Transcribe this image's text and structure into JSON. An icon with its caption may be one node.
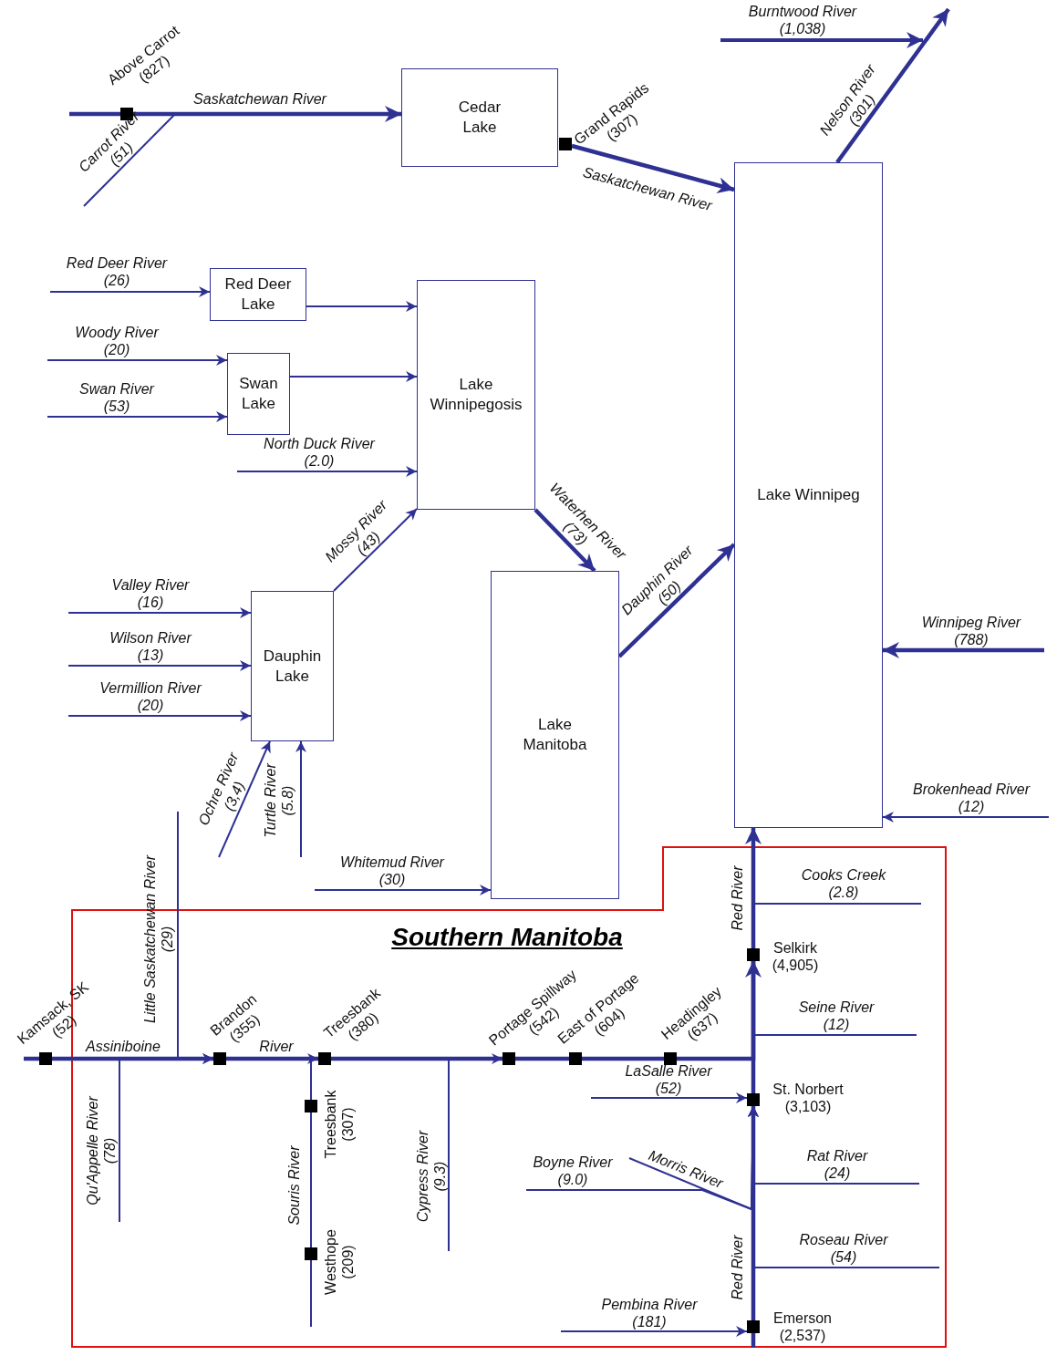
{
  "diagram": {
    "nodes": [
      {
        "text": [
          "Cedar Lake"
        ]
      },
      {
        "text": [],
        "shape": "box",
        "beside": [
          "Above Carrot (827)"
        ]
      },
      {
        "text": [],
        "shape": "box",
        "beside": [
          "Grand Rapids (307)"
        ]
      },
      {
        "text": [
          "Red Deer Lake"
        ]
      },
      {
        "text": [
          "Swan Lake"
        ]
      },
      {
        "text": [
          "Lake Winnipegosis"
        ]
      },
      {
        "text": [
          "Lake Winnipeg"
        ]
      },
      {
        "text": [
          "Dauphin Lake"
        ]
      },
      {
        "text": [
          "Lake Manitoba"
        ]
      },
      {
        "text": [
          "Southern Manitoba"
        ]
      },
      {
        "text": [],
        "shape": "box",
        "beside": [
          "Kamsack, SK (52)"
        ]
      },
      {
        "text": [],
        "shape": "box",
        "in": 9,
        "beside": [
          "Brandon (355)"
        ]
      },
      {
        "text": [],
        "shape": "box",
        "in": 9,
        "beside": [
          "Treesbank (380)"
        ]
      },
      {
        "text": [],
        "shape": "box",
        "in": 9,
        "beside": [
          "Portage Spillway (542)"
        ]
      },
      {
        "text": [],
        "shape": "box",
        "in": 9,
        "beside": [
          "East of Portage (604)"
        ]
      },
      {
        "text": [],
        "shape": "box",
        "in": 9,
        "beside": [
          "Headingley (637)"
        ]
      },
      {
        "text": [],
        "shape": "box",
        "in": 9,
        "beside": [
          "Selkirk (4,905)"
        ]
      },
      {
        "text": [],
        "shape": "box",
        "in": 9,
        "beside": [
          "St. Norbert (3,103)"
        ]
      },
      {
        "text": [],
        "shape": "box",
        "in": 9,
        "beside": [
          "Treesbank (307)"
        ]
      },
      {
        "text": [],
        "shape": "box",
        "in": 9,
        "beside": [
          "Westhope (209)"
        ]
      },
      {
        "text": [],
        "shape": "box",
        "in": 9,
        "beside": [
          "Emerson (2,537)"
        ]
      }
    ],
    "edges": [
      {
        "from": null,
        "to": 1,
        "arrow": "none",
        "style": "thick"
      },
      {
        "from": 1,
        "to": 0,
        "arrow": "to",
        "label": "Saskatchewan River",
        "style": "thick"
      },
      {
        "from": null,
        "to": 0,
        "arrow": "to",
        "label": "Carrot River (51)"
      },
      {
        "from": 2,
        "to": 6,
        "arrow": "to",
        "label": "Saskatchewan River",
        "style": "thick"
      },
      {
        "from": 6,
        "to": null,
        "arrow": "to",
        "label": "Nelson River (301)",
        "style": "thick"
      },
      {
        "from": null,
        "to": 3,
        "arrow": "to",
        "label": "Red Deer River (26)"
      },
      {
        "from": 3,
        "to": 5,
        "arrow": "to"
      },
      {
        "from": null,
        "to": 4,
        "arrow": "to",
        "label": "Woody River (20)"
      },
      {
        "from": null,
        "to": 4,
        "arrow": "to",
        "label": "Swan River (53)"
      },
      {
        "from": 4,
        "to": 5,
        "arrow": "to"
      },
      {
        "from": null,
        "to": 5,
        "arrow": "to",
        "label": "North Duck River (2.0)"
      },
      {
        "from": 7,
        "to": 5,
        "arrow": "to",
        "label": "Mossy River (43)"
      },
      {
        "from": 5,
        "to": 8,
        "arrow": "to",
        "label": "Waterhen River (73)",
        "style": "thick"
      },
      {
        "from": 8,
        "to": 6,
        "arrow": "to",
        "label": "Dauphin River (50)",
        "style": "thick"
      },
      {
        "from": null,
        "to": 7,
        "arrow": "to",
        "label": "Valley River (16)"
      },
      {
        "from": null,
        "to": 7,
        "arrow": "to",
        "label": "Wilson River (13)"
      },
      {
        "from": null,
        "to": 7,
        "arrow": "to",
        "label": "Vermillion River (20)"
      },
      {
        "from": null,
        "to": 7,
        "arrow": "to",
        "label": "Ochre River (3,4)"
      },
      {
        "from": null,
        "to": 7,
        "arrow": "to",
        "label": "Turtle River (5.8)"
      },
      {
        "from": null,
        "to": 8,
        "arrow": "to",
        "label": "Whitemud River (30)"
      },
      {
        "from": null,
        "to": 6,
        "arrow": "to",
        "label": "Winnipeg River (788)",
        "style": "thick"
      },
      {
        "from": null,
        "to": 6,
        "arrow": "to",
        "label": "Brokenhead River (12)"
      },
      {
        "from": null,
        "to": 10,
        "arrow": "none",
        "style": "thick"
      },
      {
        "from": 10,
        "to": 11,
        "arrow": "none",
        "label": "Assiniboine",
        "style": "thick"
      },
      {
        "from": null,
        "to": 11,
        "arrow": "to",
        "label": "Little Saskatchewan River (29)"
      },
      {
        "from": null,
        "to": 11,
        "arrow": "to",
        "label": "Qu'Appelle River (78)"
      },
      {
        "from": 11,
        "to": 12,
        "arrow": "none",
        "label": "River",
        "style": "thick"
      },
      {
        "from": null,
        "to": 19,
        "arrow": "none"
      },
      {
        "from": 19,
        "to": 18,
        "arrow": "none",
        "label": "Souris River"
      },
      {
        "from": 18,
        "to": 12,
        "arrow": "to"
      },
      {
        "from": 12,
        "to": 13,
        "arrow": "none",
        "style": "thick"
      },
      {
        "from": null,
        "to": 13,
        "arrow": "to",
        "label": "Cypress River (9.3)"
      },
      {
        "from": 13,
        "to": 14,
        "arrow": "none",
        "style": "thick"
      },
      {
        "from": 14,
        "to": 15,
        "arrow": "none",
        "style": "thick"
      },
      {
        "from": 15,
        "to": 16,
        "arrow": "to",
        "style": "thick"
      },
      {
        "from": null,
        "to": 20,
        "arrow": "none",
        "style": "thick"
      },
      {
        "from": 20,
        "to": 17,
        "arrow": "none",
        "label": "Red River",
        "style": "thick"
      },
      {
        "from": 17,
        "to": 16,
        "arrow": "none",
        "style": "thick"
      },
      {
        "from": 16,
        "to": 6,
        "arrow": "to",
        "label": "Red River",
        "style": "thick"
      },
      {
        "from": null,
        "to": 6,
        "arrow": "to",
        "label": "Cooks Creek (2.8)"
      },
      {
        "from": null,
        "to": 16,
        "arrow": "to",
        "label": "Seine River (12)"
      },
      {
        "from": null,
        "to": 17,
        "arrow": "to",
        "label": "LaSalle River (52)"
      },
      {
        "from": null,
        "to": 17,
        "arrow": "to",
        "label": "Rat River (24)"
      },
      {
        "from": null,
        "to": 17,
        "arrow": "to",
        "label": "Morris River"
      },
      {
        "from": null,
        "to": 17,
        "arrow": "to",
        "label": "Boyne River (9.0)"
      },
      {
        "from": null,
        "to": 17,
        "arrow": "to",
        "label": "Roseau River (54)"
      },
      {
        "from": null,
        "to": 20,
        "arrow": "to",
        "label": "Pembina River (181)"
      }
    ],
    "labels": [
      "Burntwood River (1,038)"
    ]
  }
}
